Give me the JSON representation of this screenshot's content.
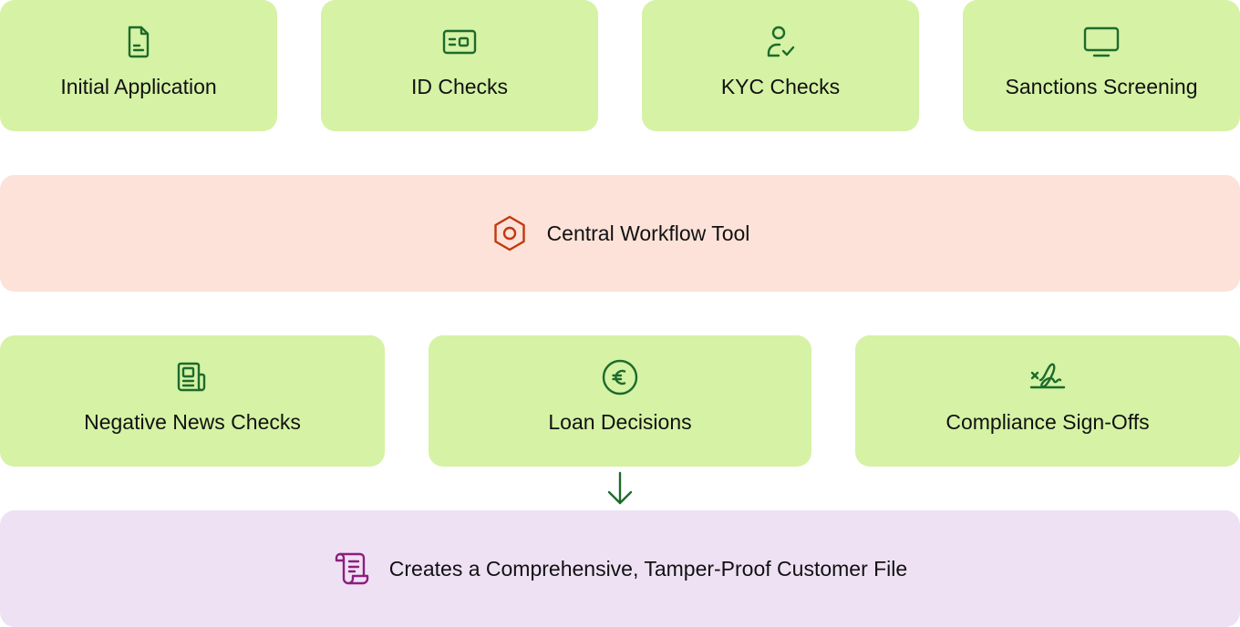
{
  "top_row": [
    {
      "label": "Initial Application",
      "icon": "document-icon"
    },
    {
      "label": "ID Checks",
      "icon": "id-card-icon"
    },
    {
      "label": "KYC Checks",
      "icon": "user-check-icon"
    },
    {
      "label": "Sanctions Screening",
      "icon": "monitor-icon"
    }
  ],
  "central": {
    "label": "Central Workflow Tool",
    "icon": "hexagon-nut-icon"
  },
  "middle_row": [
    {
      "label": "Negative News Checks",
      "icon": "newspaper-icon"
    },
    {
      "label": "Loan Decisions",
      "icon": "euro-coin-icon"
    },
    {
      "label": "Compliance Sign-Offs",
      "icon": "signature-icon"
    }
  ],
  "result": {
    "label": "Creates a Comprehensive, Tamper-Proof Customer File",
    "icon": "scroll-icon"
  },
  "colors": {
    "green_box": "#d5f2a5",
    "green_icon": "#1d6b2c",
    "peach_box": "#fce2d9",
    "peach_icon": "#c0390e",
    "lilac_box": "#efe1f4",
    "lilac_icon": "#8b1f7e"
  }
}
